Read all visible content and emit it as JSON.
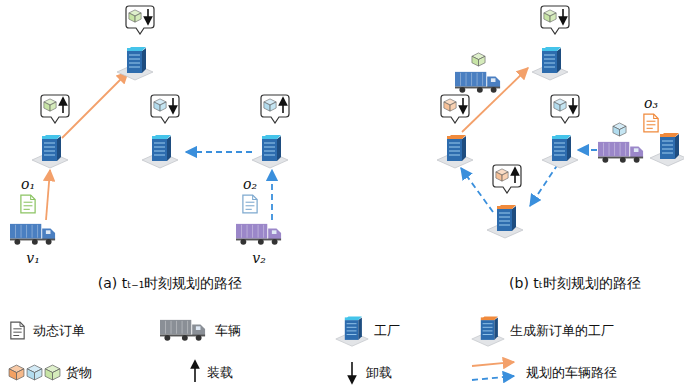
{
  "diagram": {
    "labels": [
      "o₁",
      "v₁",
      "o₂",
      "v₂",
      "(a) tₜ₋₁时刻规划的路径",
      "o₃",
      "(b) tₜ时刻规划的路径"
    ],
    "legend": [
      {
        "text": "动态订单"
      },
      {
        "text": "车辆"
      },
      {
        "text": "工厂"
      },
      {
        "text": "生成新订单的工厂"
      },
      {
        "text": "货物"
      },
      {
        "text": "装载"
      },
      {
        "text": "卸载"
      },
      {
        "text": "规划的车辆路径"
      }
    ]
  }
}
